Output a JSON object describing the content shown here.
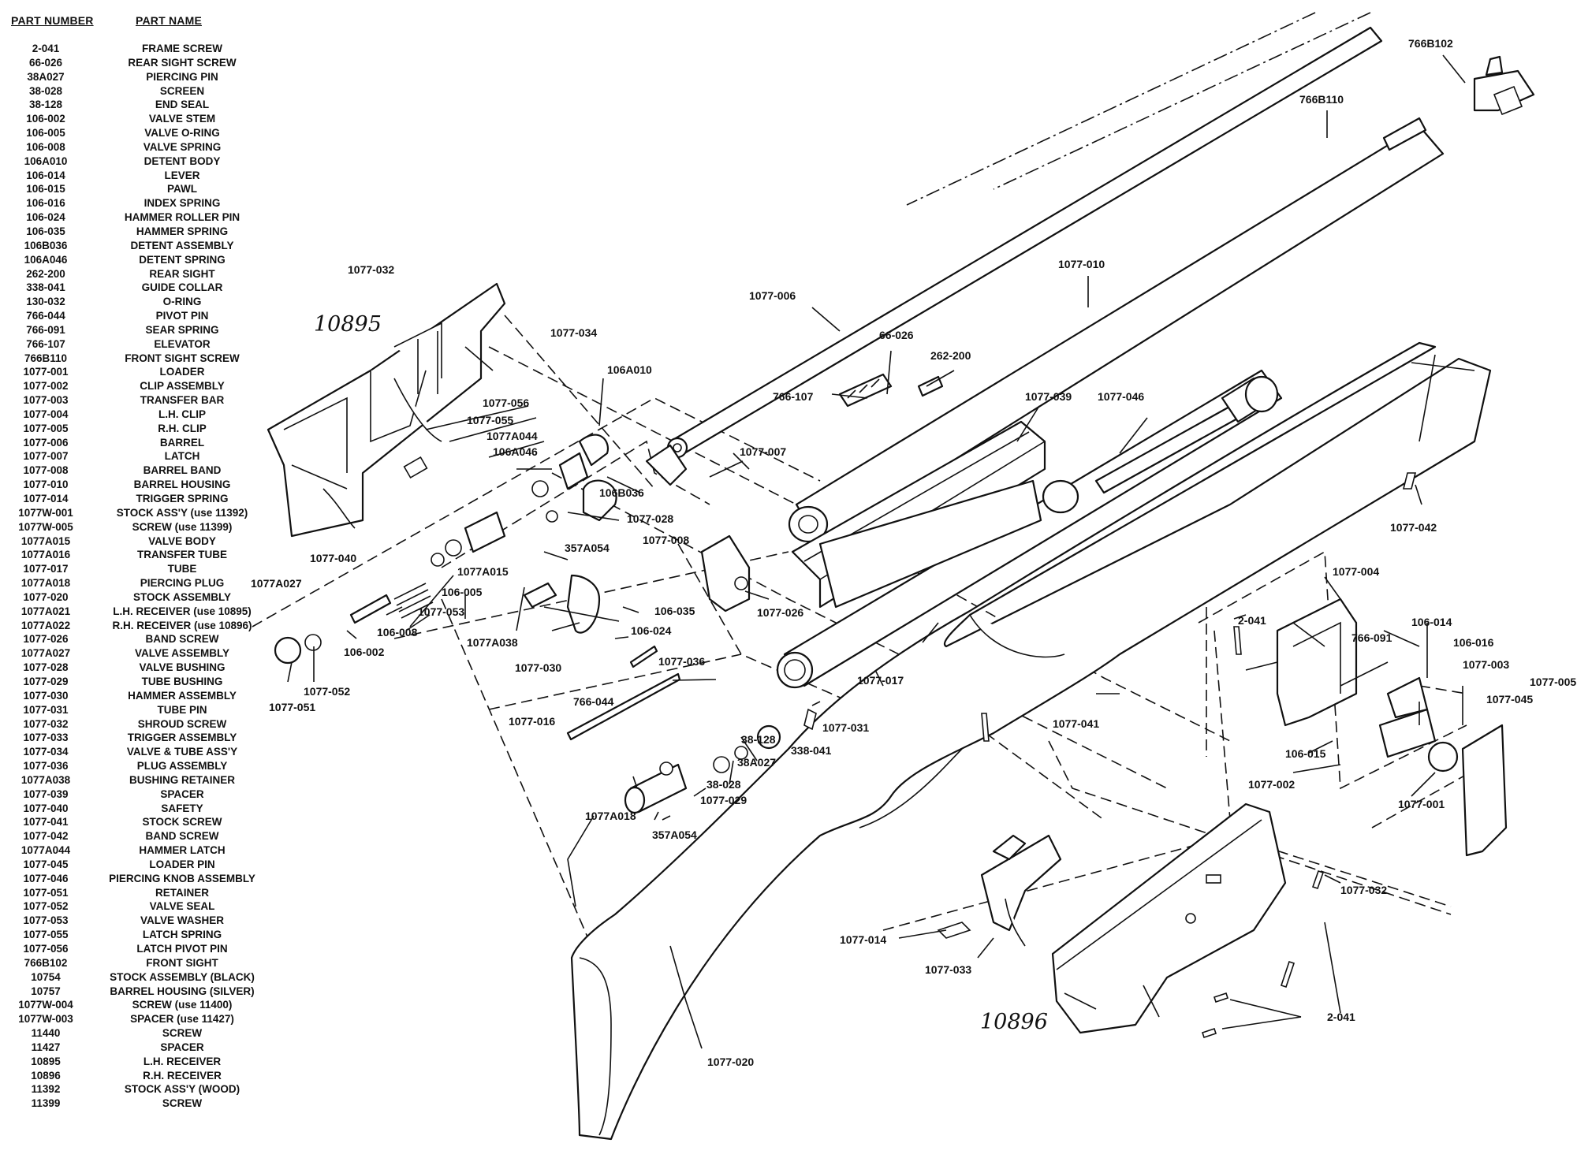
{
  "parts_list": {
    "header_number": "PART NUMBER",
    "header_name": "PART NAME",
    "rows": [
      {
        "number": "2-041",
        "name": "FRAME SCREW"
      },
      {
        "number": "66-026",
        "name": "REAR SIGHT SCREW"
      },
      {
        "number": "38A027",
        "name": "PIERCING PIN"
      },
      {
        "number": "38-028",
        "name": "SCREEN"
      },
      {
        "number": "38-128",
        "name": "END SEAL"
      },
      {
        "number": "106-002",
        "name": "VALVE STEM"
      },
      {
        "number": "106-005",
        "name": "VALVE O-RING"
      },
      {
        "number": "106-008",
        "name": "VALVE SPRING"
      },
      {
        "number": "106A010",
        "name": "DETENT BODY"
      },
      {
        "number": "106-014",
        "name": "LEVER"
      },
      {
        "number": "106-015",
        "name": "PAWL"
      },
      {
        "number": "106-016",
        "name": "INDEX SPRING"
      },
      {
        "number": "106-024",
        "name": "HAMMER ROLLER PIN"
      },
      {
        "number": "106-035",
        "name": "HAMMER SPRING"
      },
      {
        "number": "106B036",
        "name": "DETENT ASSEMBLY"
      },
      {
        "number": "106A046",
        "name": "DETENT SPRING"
      },
      {
        "number": "262-200",
        "name": "REAR SIGHT"
      },
      {
        "number": "338-041",
        "name": "GUIDE COLLAR"
      },
      {
        "number": "130-032",
        "name": "O-RING"
      },
      {
        "number": "766-044",
        "name": "PIVOT PIN"
      },
      {
        "number": "766-091",
        "name": "SEAR SPRING"
      },
      {
        "number": "766-107",
        "name": "ELEVATOR"
      },
      {
        "number": "766B110",
        "name": "FRONT SIGHT SCREW"
      },
      {
        "number": "1077-001",
        "name": "LOADER"
      },
      {
        "number": "1077-002",
        "name": "CLIP ASSEMBLY"
      },
      {
        "number": "1077-003",
        "name": "TRANSFER BAR"
      },
      {
        "number": "1077-004",
        "name": "L.H. CLIP"
      },
      {
        "number": "1077-005",
        "name": "R.H. CLIP"
      },
      {
        "number": "1077-006",
        "name": "BARREL"
      },
      {
        "number": "1077-007",
        "name": "LATCH"
      },
      {
        "number": "1077-008",
        "name": "BARREL BAND"
      },
      {
        "number": "1077-010",
        "name": "BARREL HOUSING"
      },
      {
        "number": "1077-014",
        "name": "TRIGGER SPRING"
      },
      {
        "number": "1077W-001",
        "name": "STOCK ASS'Y (use 11392)"
      },
      {
        "number": "1077W-005",
        "name": "SCREW (use 11399)"
      },
      {
        "number": "1077A015",
        "name": "VALVE BODY"
      },
      {
        "number": "1077A016",
        "name": "TRANSFER TUBE"
      },
      {
        "number": "1077-017",
        "name": "TUBE"
      },
      {
        "number": "1077A018",
        "name": "PIERCING PLUG"
      },
      {
        "number": "1077-020",
        "name": "STOCK ASSEMBLY"
      },
      {
        "number": "1077A021",
        "name": "L.H. RECEIVER (use 10895)"
      },
      {
        "number": "1077A022",
        "name": "R.H. RECEIVER (use 10896)"
      },
      {
        "number": "1077-026",
        "name": "BAND SCREW"
      },
      {
        "number": "1077A027",
        "name": "VALVE ASSEMBLY"
      },
      {
        "number": "1077-028",
        "name": "VALVE BUSHING"
      },
      {
        "number": "1077-029",
        "name": "TUBE BUSHING"
      },
      {
        "number": "1077-030",
        "name": "HAMMER ASSEMBLY"
      },
      {
        "number": "1077-031",
        "name": "TUBE PIN"
      },
      {
        "number": "1077-032",
        "name": "SHROUD SCREW"
      },
      {
        "number": "1077-033",
        "name": "TRIGGER ASSEMBLY"
      },
      {
        "number": "1077-034",
        "name": "VALVE & TUBE ASS'Y"
      },
      {
        "number": "1077-036",
        "name": "PLUG ASSEMBLY"
      },
      {
        "number": "1077A038",
        "name": "BUSHING RETAINER"
      },
      {
        "number": "1077-039",
        "name": "SPACER"
      },
      {
        "number": "1077-040",
        "name": "SAFETY"
      },
      {
        "number": "1077-041",
        "name": "STOCK SCREW"
      },
      {
        "number": "1077-042",
        "name": "BAND SCREW"
      },
      {
        "number": "1077A044",
        "name": "HAMMER LATCH"
      },
      {
        "number": "1077-045",
        "name": "LOADER PIN"
      },
      {
        "number": "1077-046",
        "name": "PIERCING KNOB ASSEMBLY"
      },
      {
        "number": "1077-051",
        "name": "RETAINER"
      },
      {
        "number": "1077-052",
        "name": "VALVE SEAL"
      },
      {
        "number": "1077-053",
        "name": "VALVE WASHER"
      },
      {
        "number": "1077-055",
        "name": "LATCH SPRING"
      },
      {
        "number": "1077-056",
        "name": "LATCH PIVOT PIN"
      },
      {
        "number": "766B102",
        "name": "FRONT SIGHT"
      },
      {
        "number": "10754",
        "name": "STOCK ASSEMBLY (BLACK)"
      },
      {
        "number": "10757",
        "name": "BARREL HOUSING (SILVER)"
      },
      {
        "number": "1077W-004",
        "name": "SCREW (use 11400)"
      },
      {
        "number": "1077W-003",
        "name": "SPACER (use 11427)"
      },
      {
        "number": "11440",
        "name": "SCREW"
      },
      {
        "number": "11427",
        "name": "SPACER"
      },
      {
        "number": "10895",
        "name": "L.H. RECEIVER"
      },
      {
        "number": "10896",
        "name": "R.H. RECEIVER"
      },
      {
        "number": "11392",
        "name": "STOCK ASS'Y (WOOD)"
      },
      {
        "number": "11399",
        "name": "SCREW"
      }
    ]
  },
  "diagram": {
    "handwritten": [
      "10895",
      "10896"
    ],
    "callouts": [
      "766B102",
      "766B110",
      "1077-032",
      "1077-010",
      "1077-006",
      "1077-034",
      "106A010",
      "66-026",
      "262-200",
      "766-107",
      "1077-039",
      "1077-046",
      "1077-056",
      "1077-055",
      "1077A044",
      "106A046",
      "106B036",
      "1077-007",
      "1077-028",
      "357A054",
      "1077-008",
      "1077-026",
      "1077-042",
      "1077-040",
      "1077A015",
      "106-005",
      "1077A027",
      "1077-053",
      "106-035",
      "106-024",
      "106-008",
      "1077A038",
      "106-002",
      "1077-052",
      "1077-051",
      "1077-030",
      "1077-036",
      "766-044",
      "1077-016",
      "38-128",
      "38A027",
      "338-041",
      "1077-031",
      "1077-017",
      "38-028",
      "1077-029",
      "1077A018",
      "357A054",
      "1077-004",
      "2-041",
      "766-091",
      "106-014",
      "106-016",
      "1077-003",
      "1077-005",
      "1077-045",
      "106-015",
      "1077-002",
      "1077-001",
      "1077-041",
      "1077-032",
      "1077-014",
      "1077-033",
      "2-041",
      "1077-020"
    ]
  }
}
